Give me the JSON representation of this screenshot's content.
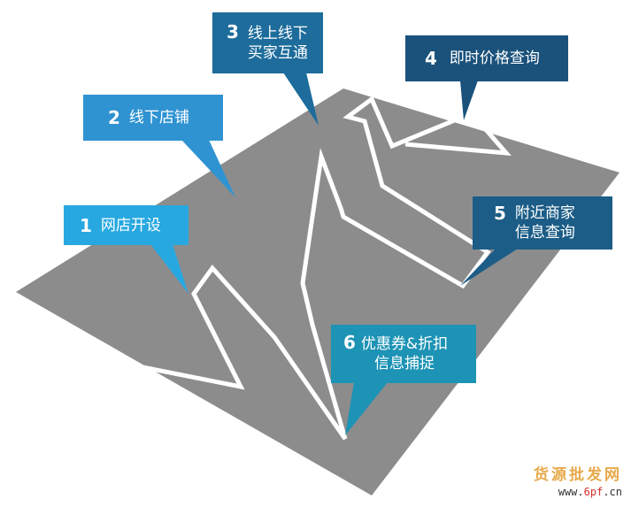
{
  "callouts": [
    {
      "num": "1",
      "text": "网店开设",
      "color": "#27a8e0"
    },
    {
      "num": "2",
      "text": "线下店铺",
      "color": "#2f93d2"
    },
    {
      "num": "3",
      "text_line1": "线上线下",
      "text_line2": "买家互通",
      "color": "#1d6c9b"
    },
    {
      "num": "4",
      "text": "即时价格查询",
      "color": "#1a527b"
    },
    {
      "num": "5",
      "text_line1": "附近商家",
      "text_line2": "信息查询",
      "color": "#1c5d87"
    },
    {
      "num": "6",
      "text_line1": "优惠券&折扣",
      "text_line2": "信息捕捉",
      "color": "#1d93b5"
    }
  ],
  "map": {
    "plane_color": "#8c8c8d",
    "road_color": "#ffffff"
  },
  "watermark": {
    "line1": "货源批发网",
    "line2_prefix": "www.",
    "line2_mid": "6pf",
    "line2_suffix": ".cn"
  }
}
